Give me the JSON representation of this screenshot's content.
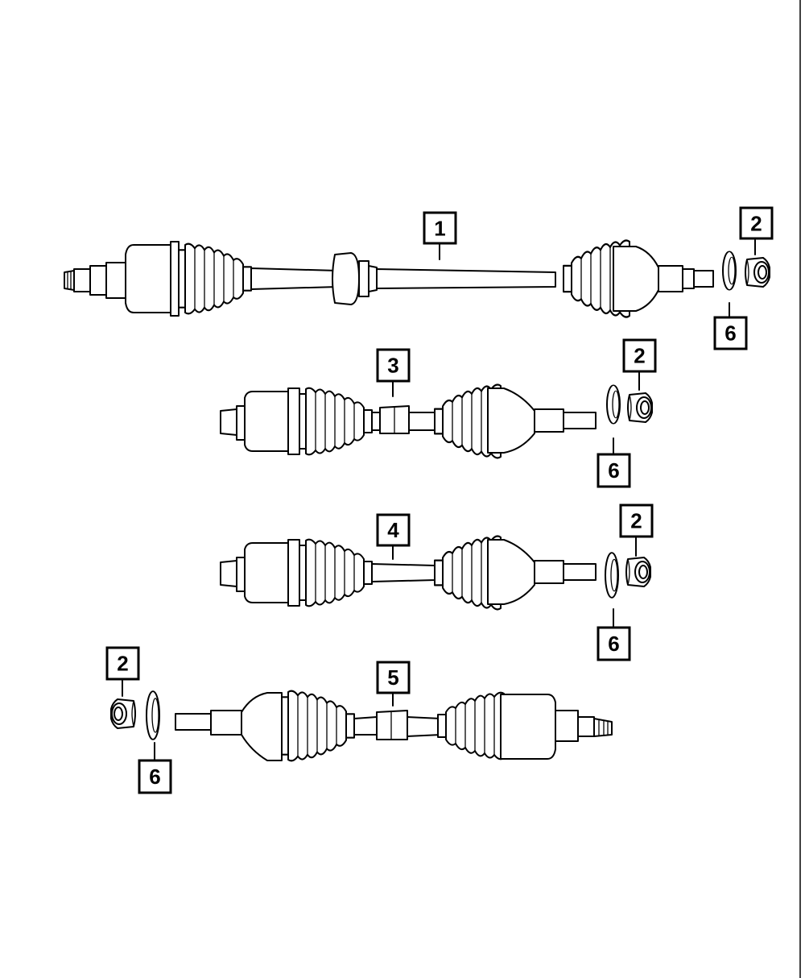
{
  "callouts": {
    "c1": "1",
    "c2a": "2",
    "c6a": "6",
    "c3": "3",
    "c2b": "2",
    "c6b": "6",
    "c4": "4",
    "c2c": "2",
    "c6c": "6",
    "c2d": "2",
    "c6d": "6",
    "c5": "5"
  }
}
